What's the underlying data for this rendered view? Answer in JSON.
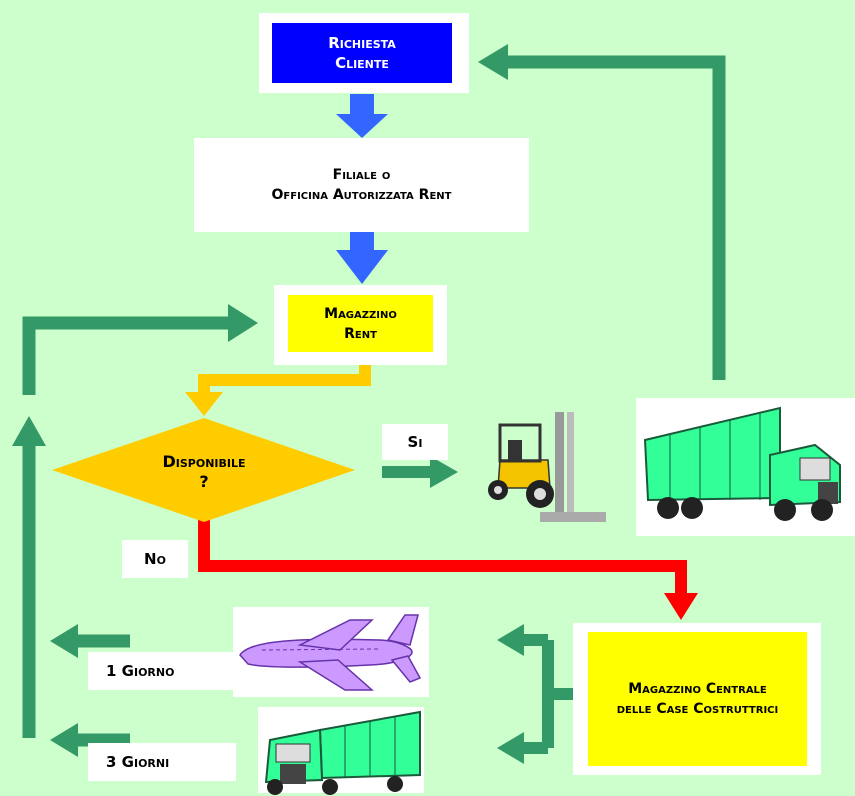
{
  "nodes": {
    "richiesta": {
      "line1": "Richiesta",
      "line2": "Cliente"
    },
    "filiale": {
      "line1": "Filiale o",
      "line2": "Officina Autorizzata Rent"
    },
    "magazzino_rent": {
      "line1": "Magazzino",
      "line2": "Rent"
    },
    "disponibile": {
      "line1": "Disponibile",
      "line2": "?"
    },
    "magazzino_centrale": {
      "line1": "Magazzino Centrale",
      "line2": "delle Case Costruttrici"
    }
  },
  "edge_labels": {
    "si": "Si",
    "no": "No",
    "giorno1": "1 Giorno",
    "giorni3": "3 Giorni"
  },
  "icons": [
    "forklift-icon",
    "truck-icon",
    "airplane-icon"
  ],
  "colors": {
    "background": "#ccffcc",
    "blue_box": "#0000ff",
    "blue_arrow": "#3366ff",
    "yellow_box": "#ffff00",
    "diamond": "#ffcc00",
    "orange_arrow": "#ffcc00",
    "red_arrow": "#ff0000",
    "green_arrow": "#339966",
    "truck": "#33ff99"
  }
}
